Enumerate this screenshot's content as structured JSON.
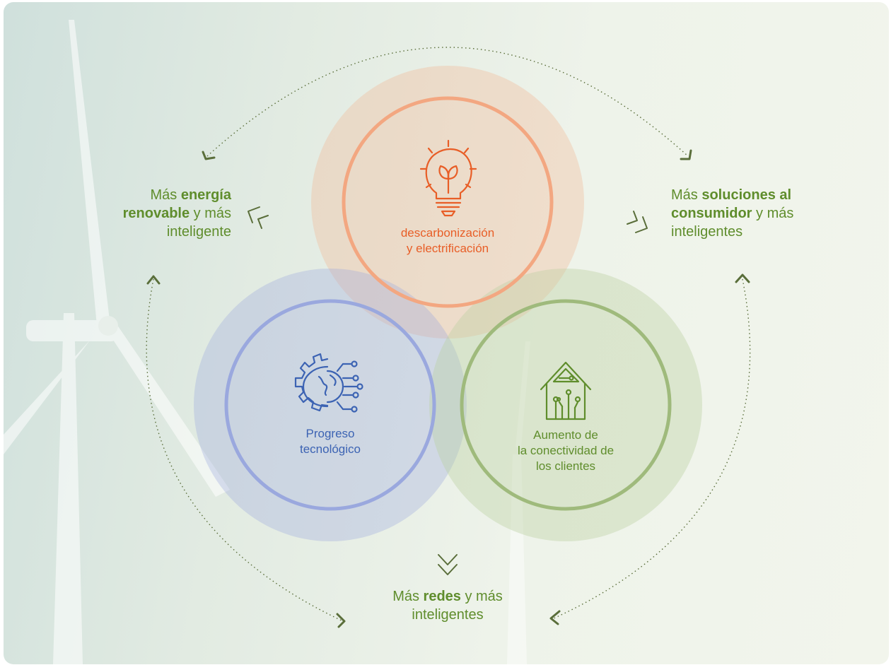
{
  "circles": {
    "top": {
      "line1": "descarbonización",
      "line2": "y electrificación",
      "color": "#e85e27",
      "ring": "#f3a781"
    },
    "left": {
      "line1": "Progreso",
      "line2": "tecnológico",
      "color": "#3c63b3",
      "ring": "#9aa8de"
    },
    "right": {
      "line1": "Aumento de",
      "line2": "la conectividad de",
      "line3": "los clientes",
      "color": "#5f8d2c",
      "ring": "#9fba7c"
    }
  },
  "outcomes": {
    "left": {
      "pre": "Más ",
      "bold1": "energía",
      "bold2": "renovable",
      "mid": " y más",
      "end": "inteligente"
    },
    "right": {
      "pre": "Más ",
      "bold1": "soluciones al",
      "bold2": "consumidor",
      "mid": " y más",
      "end": "inteligentes"
    },
    "bottom": {
      "pre": "Más ",
      "bold": "redes",
      "mid": " y más",
      "end": "inteligentes"
    }
  },
  "icons": [
    "lightbulb-leaf-icon",
    "gear-globe-circuit-icon",
    "smart-house-circuit-icon"
  ],
  "colors": {
    "accent_green": "#5f8d2c",
    "orange": "#e85e27",
    "blue": "#3c63b3"
  }
}
